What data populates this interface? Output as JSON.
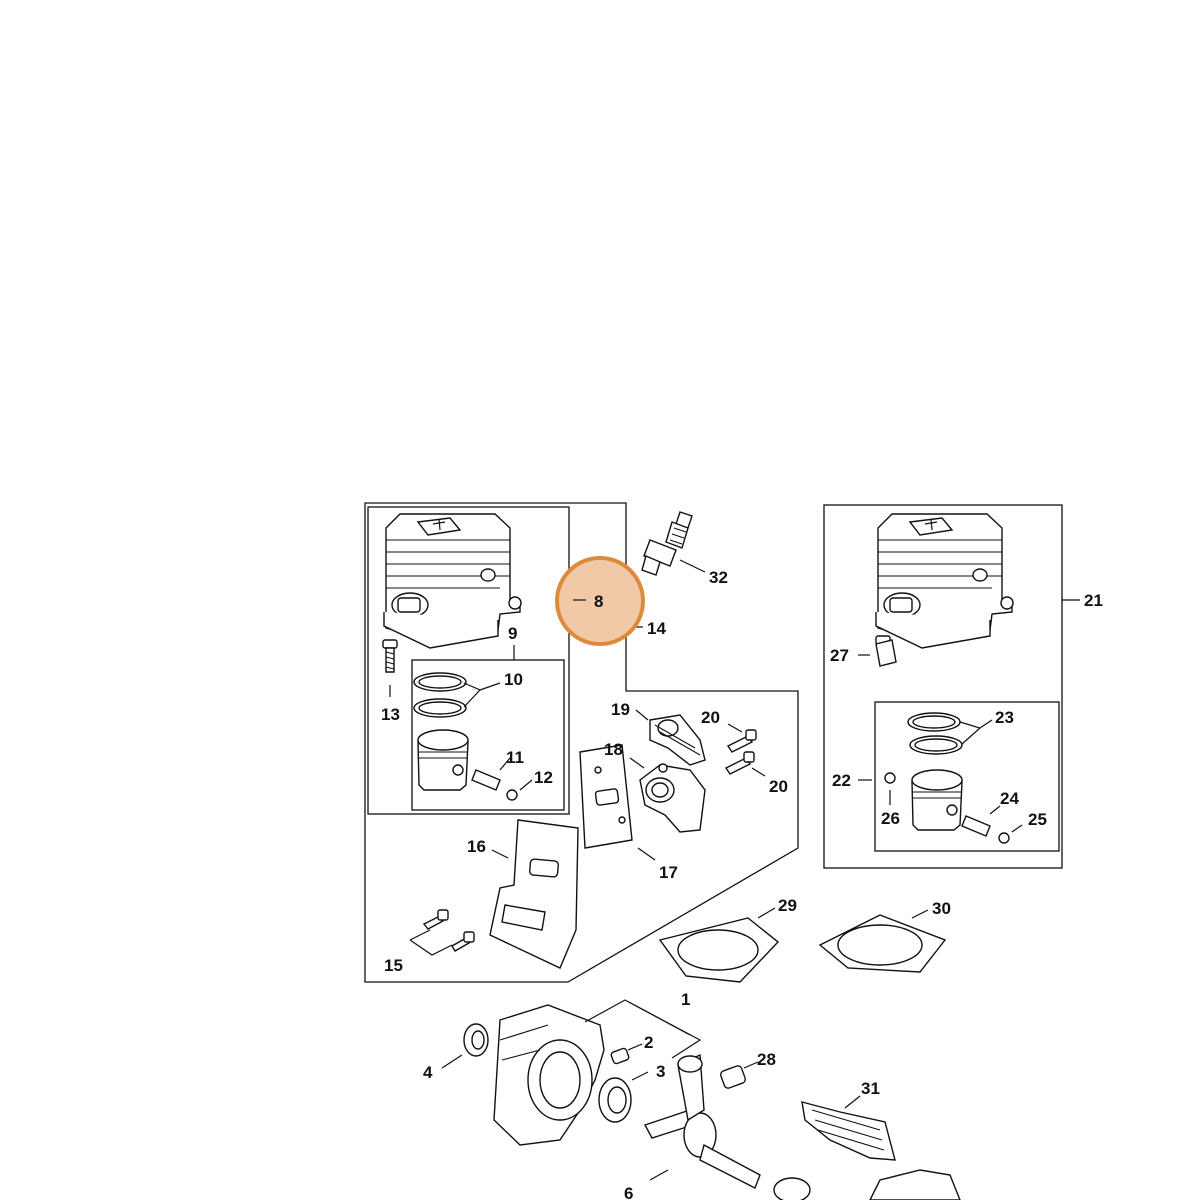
{
  "diagram": {
    "labels": {
      "l1": "1",
      "l2": "2",
      "l3": "3",
      "l4": "4",
      "l6": "6",
      "l8": "8",
      "l9": "9",
      "l10": "10",
      "l11": "11",
      "l12": "12",
      "l13": "13",
      "l14": "14",
      "l15": "15",
      "l16": "16",
      "l17": "17",
      "l18": "18",
      "l19": "19",
      "l20a": "20",
      "l20b": "20",
      "l21": "21",
      "l22": "22",
      "l23": "23",
      "l24": "24",
      "l25": "25",
      "l26": "26",
      "l27": "27",
      "l28": "28",
      "l29": "29",
      "l30": "30",
      "l31": "31",
      "l32": "32"
    },
    "highlight": {
      "part_number": "8",
      "fill_color": "#F2C9A7",
      "ring_color": "#DD8A3C"
    }
  }
}
